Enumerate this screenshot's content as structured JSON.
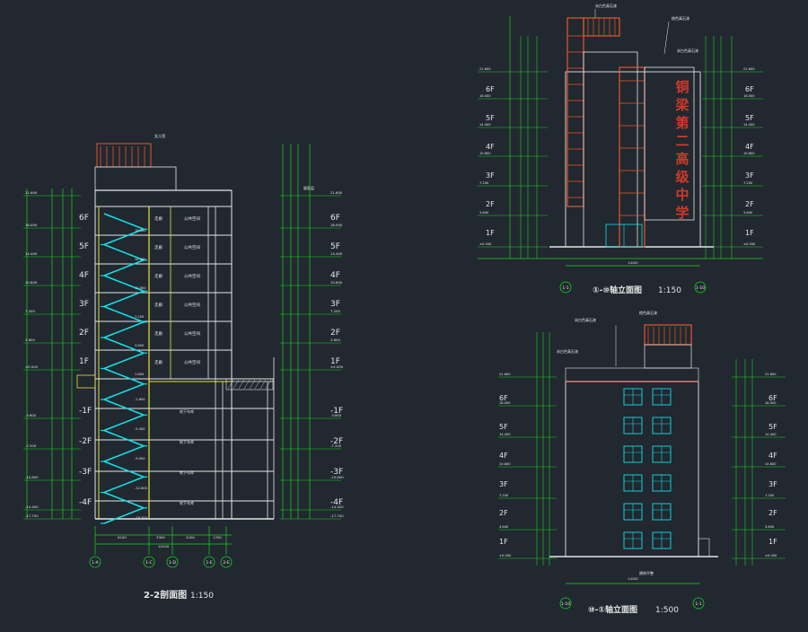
{
  "drawings": {
    "section": {
      "title": "2-2剖面图",
      "scale": "1:150",
      "floors_above": [
        "6F",
        "5F",
        "4F",
        "3F",
        "2F",
        "1F"
      ],
      "floors_below": [
        "-1F",
        "-2F",
        "-3F",
        "-4F"
      ],
      "elev_left_above": [
        "21.600",
        "18.000",
        "14.400",
        "10.800",
        "7.200",
        "3.600",
        "±0.000"
      ],
      "elev_left_below": [
        "-3.600",
        "-7.200",
        "-10.800",
        "-14.400",
        "-17.700"
      ],
      "elev_right_above": [
        "21.600",
        "18.000",
        "14.400",
        "10.800",
        "7.200",
        "3.600",
        "±0.000"
      ],
      "elev_right_below": [
        "-3.600",
        "-7.200",
        "-10.800",
        "-14.400",
        "-17.700"
      ],
      "stair_marks_up": [
        "18.000",
        "14.400",
        "10.800",
        "7.200",
        "3.600",
        "1.800"
      ],
      "stair_marks_down": [
        "-1.800",
        "-5.400",
        "-9.000",
        "-12.600",
        "-16.200"
      ],
      "room_labels_a": [
        "走廊",
        "走廊",
        "走廊",
        "走廊",
        "走廊",
        "走廊"
      ],
      "room_labels_b": [
        "公共空间",
        "公共空间",
        "公共空间",
        "公共空间",
        "公共空间",
        "公共空间"
      ],
      "basement_labels": [
        "地下车库",
        "地下车库",
        "地下车库",
        "地下车库"
      ],
      "bottom_dims": [
        "8100",
        "3300",
        "4200",
        "1700"
      ],
      "bottom_total": "14100",
      "axes": [
        "1-A",
        "1-C",
        "1-D",
        "1-E",
        "2-E"
      ],
      "roof_note": "女儿墙",
      "top_right_note": "屋面层"
    },
    "elevation_front": {
      "title": "①-⑩轴立面图",
      "scale": "1:150",
      "floors": [
        "6F",
        "5F",
        "4F",
        "3F",
        "2F",
        "1F"
      ],
      "elevations": [
        "21.600",
        "18.000",
        "14.400",
        "10.800",
        "7.200",
        "3.600",
        "±0.000"
      ],
      "vertical_text": [
        "铜",
        "梁",
        "第",
        "二",
        "高",
        "级",
        "中",
        "学"
      ],
      "notes": [
        "米白色真石漆",
        "橙色真石漆",
        "米白色真石漆"
      ],
      "axes": [
        "1-1",
        "1-10"
      ],
      "dim_total": "14100"
    },
    "elevation_side": {
      "title": "⑩-①轴立面图",
      "scale": "1:500",
      "floors": [
        "6F",
        "5F",
        "4F",
        "3F",
        "2F",
        "1F"
      ],
      "elevations": [
        "21.600",
        "18.000",
        "14.400",
        "10.800",
        "7.200",
        "3.600",
        "±0.000"
      ],
      "notes": [
        "橙色真石漆",
        "米白色真石漆",
        "米白色真石漆"
      ],
      "bottom_note": "建筑平整",
      "axes": [
        "1-10",
        "1-1"
      ],
      "dim_total": "14100"
    }
  },
  "colors": {
    "background": "#212830",
    "green": "#19d419",
    "cyan": "#12e0e6",
    "yellow": "#e8e23a",
    "orange": "#e8562c",
    "white": "#e6e6e6",
    "red": "#d2392a"
  }
}
